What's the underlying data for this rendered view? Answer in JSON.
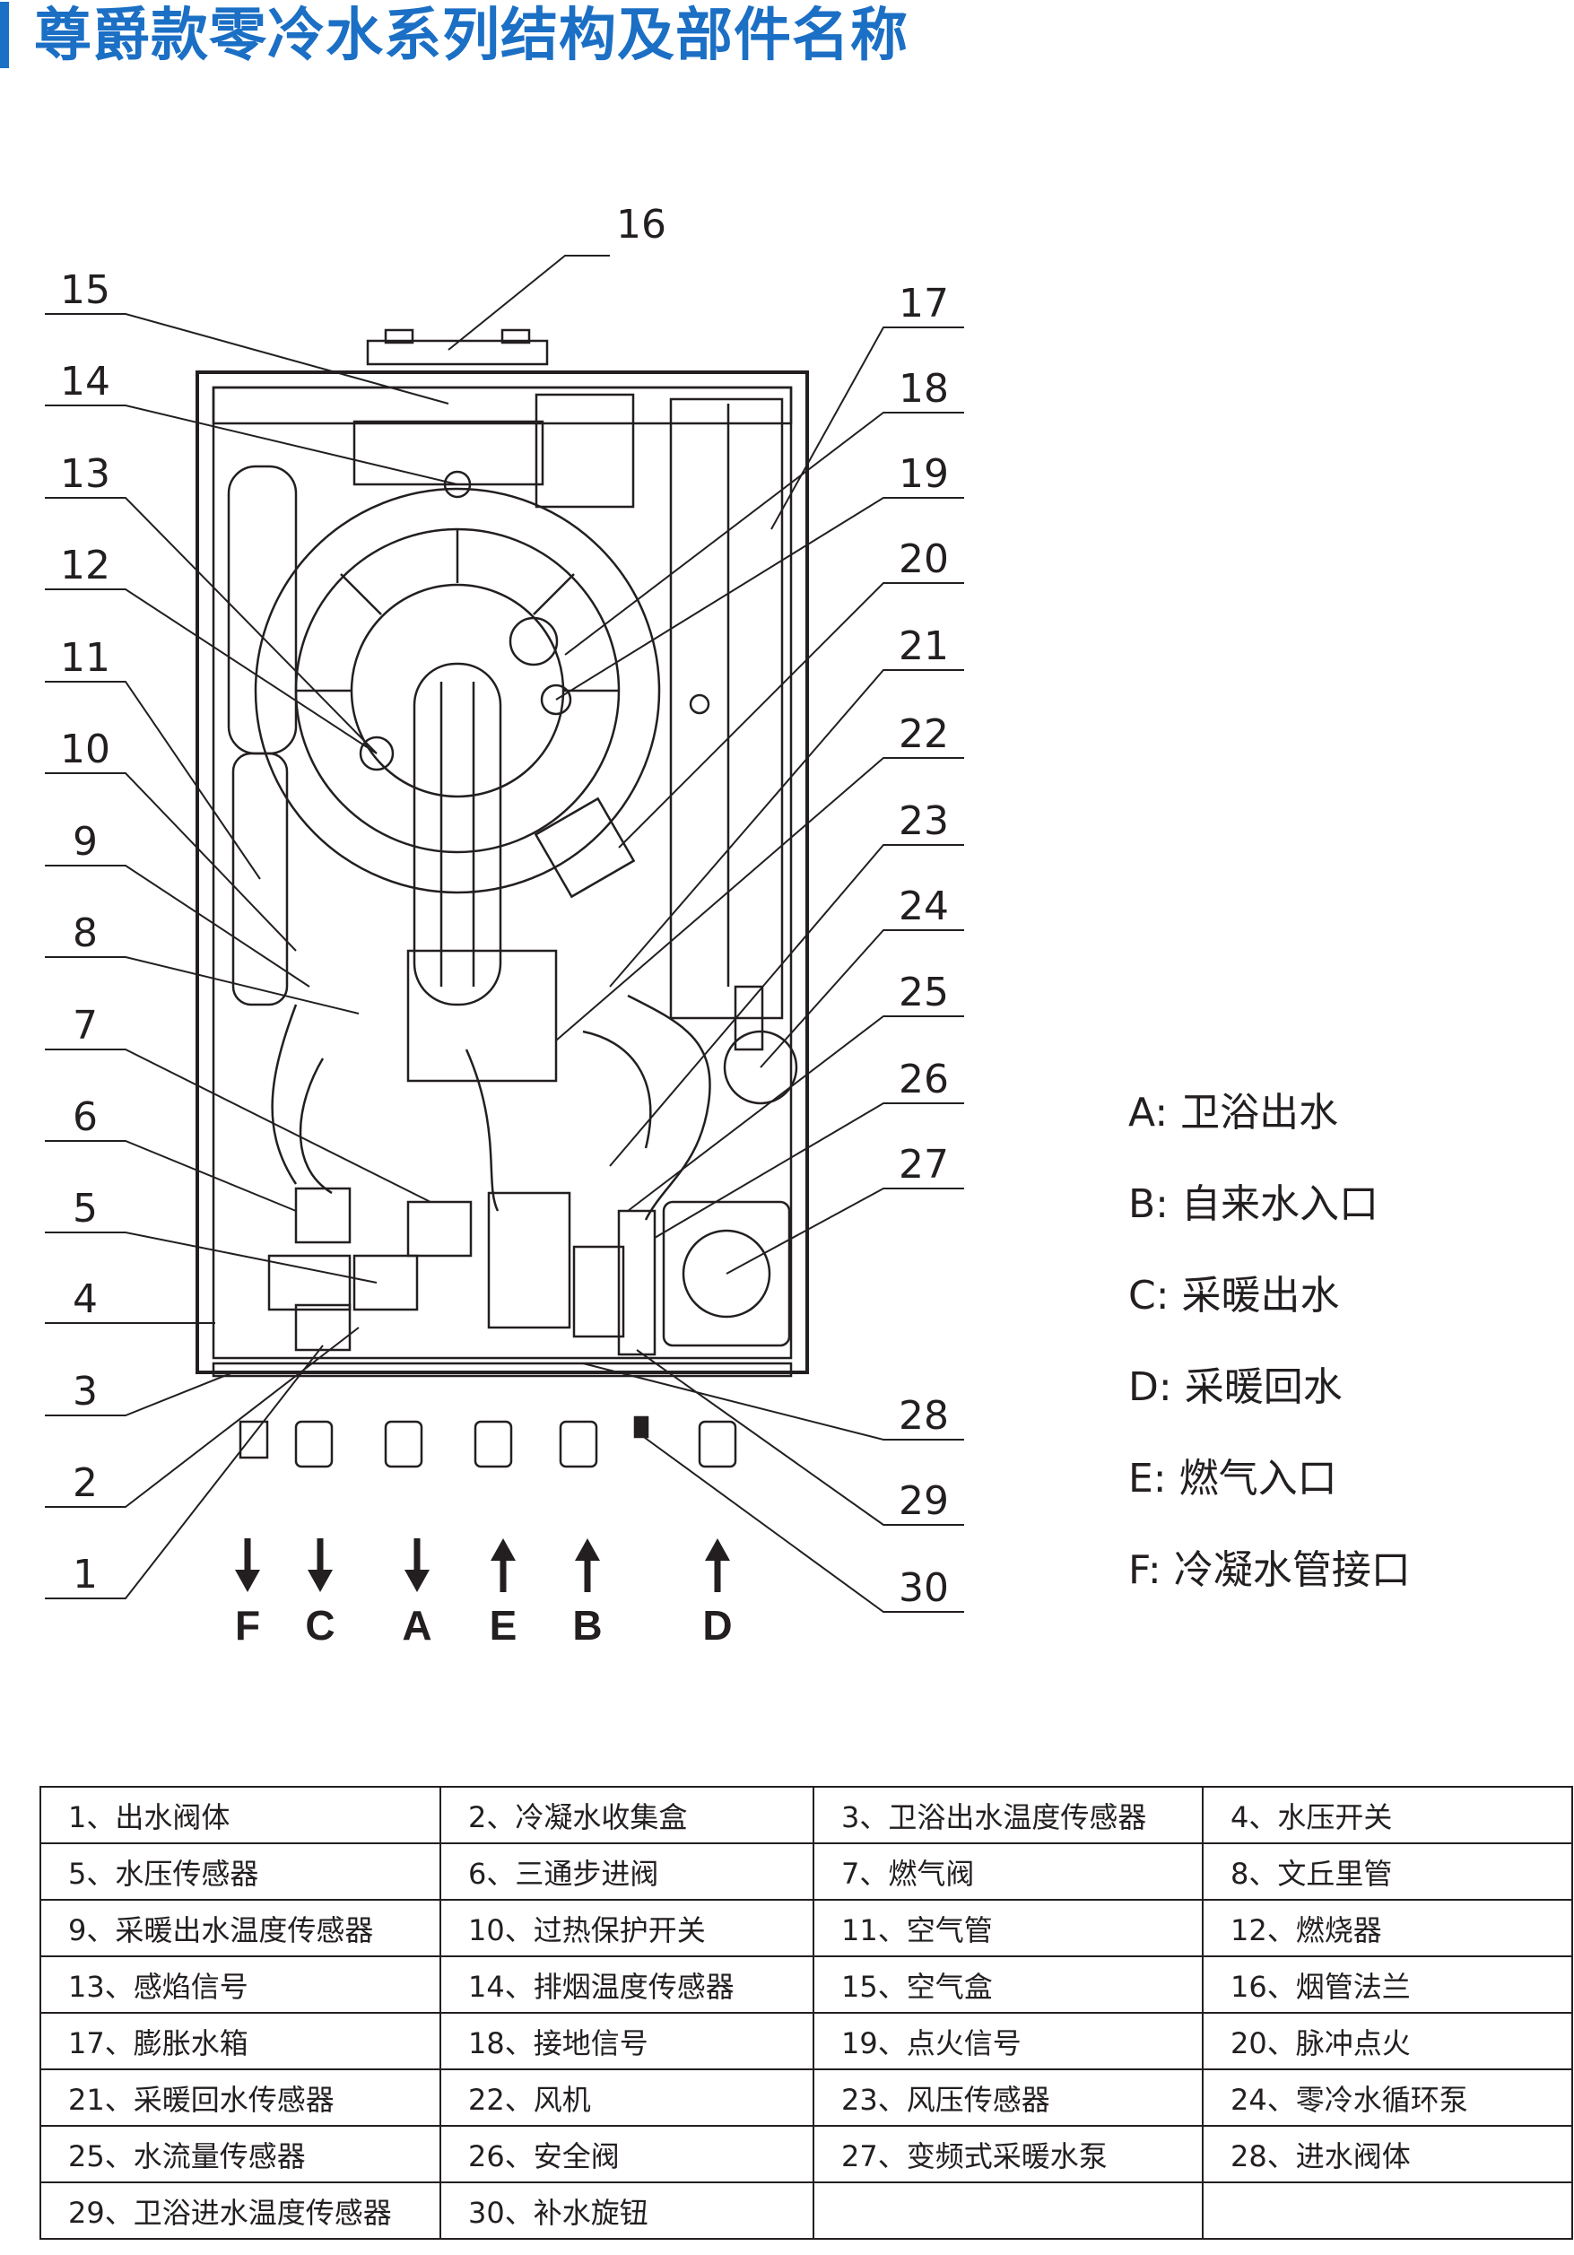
{
  "page": {
    "title": "尊爵款零冷水系列结构及部件名称",
    "accent_color": "#1b6fc4",
    "line_color": "#231f20"
  },
  "diagram": {
    "left_callouts": [
      "15",
      "14",
      "13",
      "12",
      "11",
      "10",
      "9",
      "8",
      "7",
      "6",
      "5",
      "4",
      "3",
      "2",
      "1"
    ],
    "right_callouts": [
      "17",
      "18",
      "19",
      "20",
      "21",
      "22",
      "23",
      "24",
      "25",
      "26",
      "27",
      "28",
      "29",
      "30"
    ],
    "top_callout": "16",
    "flow_letters": [
      "F",
      "C",
      "A",
      "E",
      "B",
      "D"
    ]
  },
  "legend": [
    "A: 卫浴出水",
    "B: 自来水入口",
    "C: 采暖出水",
    "D: 采暖回水",
    "E: 燃气入口",
    "F: 冷凝水管接口"
  ],
  "parts_table": [
    [
      "1、出水阀体",
      "2、冷凝水收集盒",
      "3、卫浴出水温度传感器",
      "4、水压开关"
    ],
    [
      "5、水压传感器",
      "6、三通步进阀",
      "7、燃气阀",
      "8、文丘里管"
    ],
    [
      "9、采暖出水温度传感器",
      "10、过热保护开关",
      "11、空气管",
      "12、燃烧器"
    ],
    [
      "13、感焰信号",
      "14、排烟温度传感器",
      "15、空气盒",
      "16、烟管法兰"
    ],
    [
      "17、膨胀水箱",
      "18、接地信号",
      "19、点火信号",
      "20、脉冲点火"
    ],
    [
      "21、采暖回水传感器",
      "22、风机",
      "23、风压传感器",
      "24、零冷水循环泵"
    ],
    [
      "25、水流量传感器",
      "26、安全阀",
      "27、变频式采暖水泵",
      "28、进水阀体"
    ],
    [
      "29、卫浴进水温度传感器",
      "30、补水旋钮",
      "",
      ""
    ]
  ]
}
